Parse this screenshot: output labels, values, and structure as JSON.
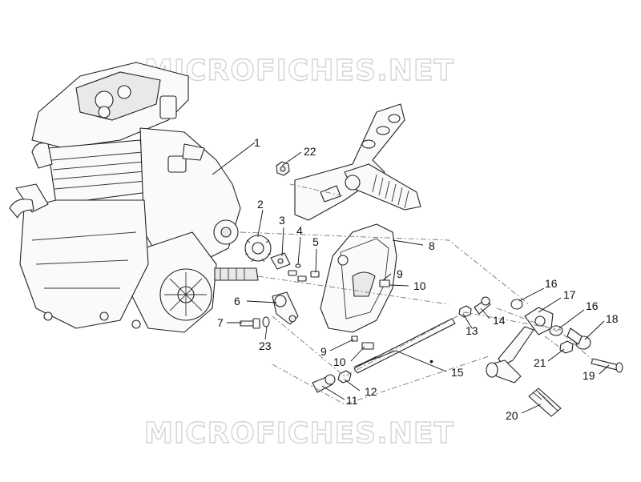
{
  "watermark": {
    "top": "MICROFICHES.NET",
    "bottom": "MICROFICHES.NET"
  },
  "callouts": {
    "c1": "1",
    "c2": "2",
    "c3": "3",
    "c4": "4",
    "c5": "5",
    "c6": "6",
    "c7": "7",
    "c8": "8",
    "c9a": "9",
    "c9b": "9",
    "c10a": "10",
    "c10b": "10",
    "c11": "11",
    "c12": "12",
    "c13": "13",
    "c14": "14",
    "c15": "15",
    "c16a": "16",
    "c16b": "16",
    "c17": "17",
    "c18": "18",
    "c19": "19",
    "c20": "20",
    "c21": "21",
    "c22": "22",
    "c23": "23"
  },
  "center_mark": "•"
}
